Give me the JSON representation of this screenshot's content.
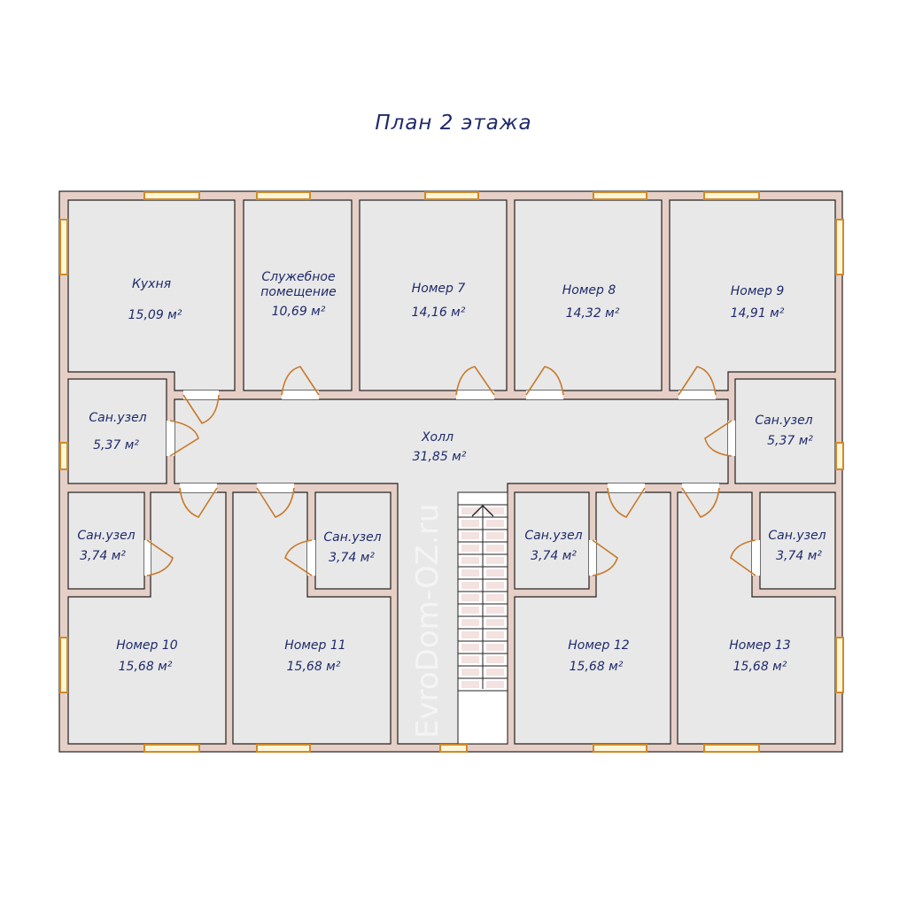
{
  "title": "План 2 этажа",
  "watermark": "EvroDom-OZ.ru",
  "area_unit": "м²",
  "rooms": {
    "kitchen": {
      "name": "Кухня",
      "area": "15,09 м²"
    },
    "service": {
      "name_line1": "Служебное",
      "name_line2": "помещение",
      "area": "10,69 м²"
    },
    "room7": {
      "name": "Номер 7",
      "area": "14,16 м²"
    },
    "room8": {
      "name": "Номер 8",
      "area": "14,32 м²"
    },
    "room9": {
      "name": "Номер 9",
      "area": "14,91 м²"
    },
    "hall": {
      "name": "Холл",
      "area": "31,85 м²"
    },
    "bath_left": {
      "name": "Сан.узел",
      "area": "5,37 м²"
    },
    "bath_right": {
      "name": "Сан.узел",
      "area": "5,37 м²"
    },
    "bath10": {
      "name": "Сан.узел",
      "area": "3,74 м²"
    },
    "bath11": {
      "name": "Сан.узел",
      "area": "3,74 м²"
    },
    "bath12": {
      "name": "Сан.узел",
      "area": "3,74 м²"
    },
    "bath13": {
      "name": "Сан.узел",
      "area": "3,74 м²"
    },
    "room10": {
      "name": "Номер 10",
      "area": "15,68 м²"
    },
    "room11": {
      "name": "Номер 11",
      "area": "15,68 м²"
    },
    "room12": {
      "name": "Номер 12",
      "area": "15,68 м²"
    },
    "room13": {
      "name": "Номер 13",
      "area": "15,68 м²"
    }
  },
  "colors": {
    "wall": "#e6cfc6",
    "room": "#e8e8e8",
    "text": "#1f2a6b",
    "door": "#c8792a"
  }
}
